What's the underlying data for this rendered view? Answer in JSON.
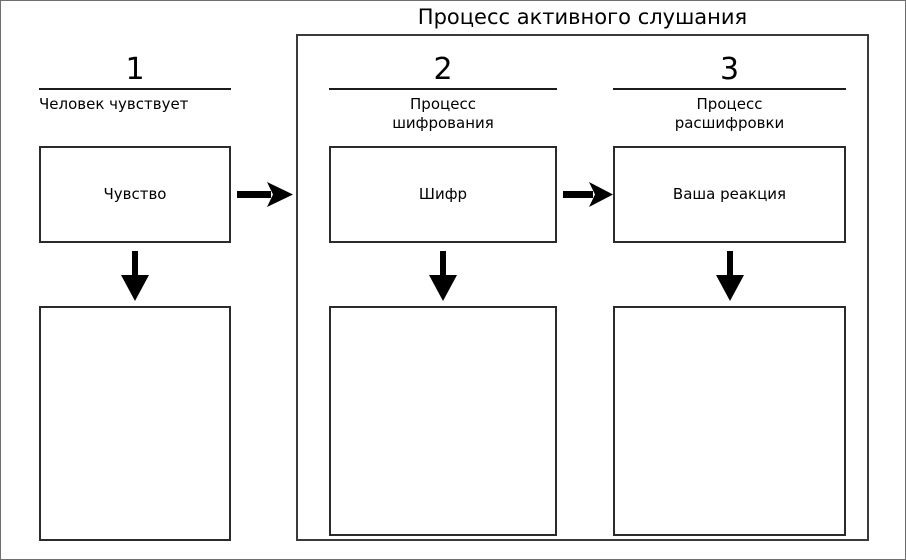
{
  "diagram": {
    "title": "Процесс активного слушания",
    "columns": [
      {
        "number": "1",
        "subtitle": "Человек чувствует",
        "top_box_label": "Чувство",
        "bottom_box_label": ""
      },
      {
        "number": "2",
        "subtitle": "Процесс\nшифрования",
        "top_box_label": "Шифр",
        "bottom_box_label": ""
      },
      {
        "number": "3",
        "subtitle": "Процесс\nрасшифровки",
        "top_box_label": "Ваша реакция",
        "bottom_box_label": ""
      }
    ],
    "arrows": {
      "right_1_to_2": "arrow-right",
      "right_2_to_3": "arrow-right",
      "down_1": "arrow-down",
      "down_2": "arrow-down",
      "down_3": "arrow-down"
    },
    "colors": {
      "stroke": "#2b2b2b",
      "frame": "#3a3a3a",
      "outer_border": "#6e6e6e",
      "background": "#ffffff",
      "text": "#000000"
    }
  }
}
